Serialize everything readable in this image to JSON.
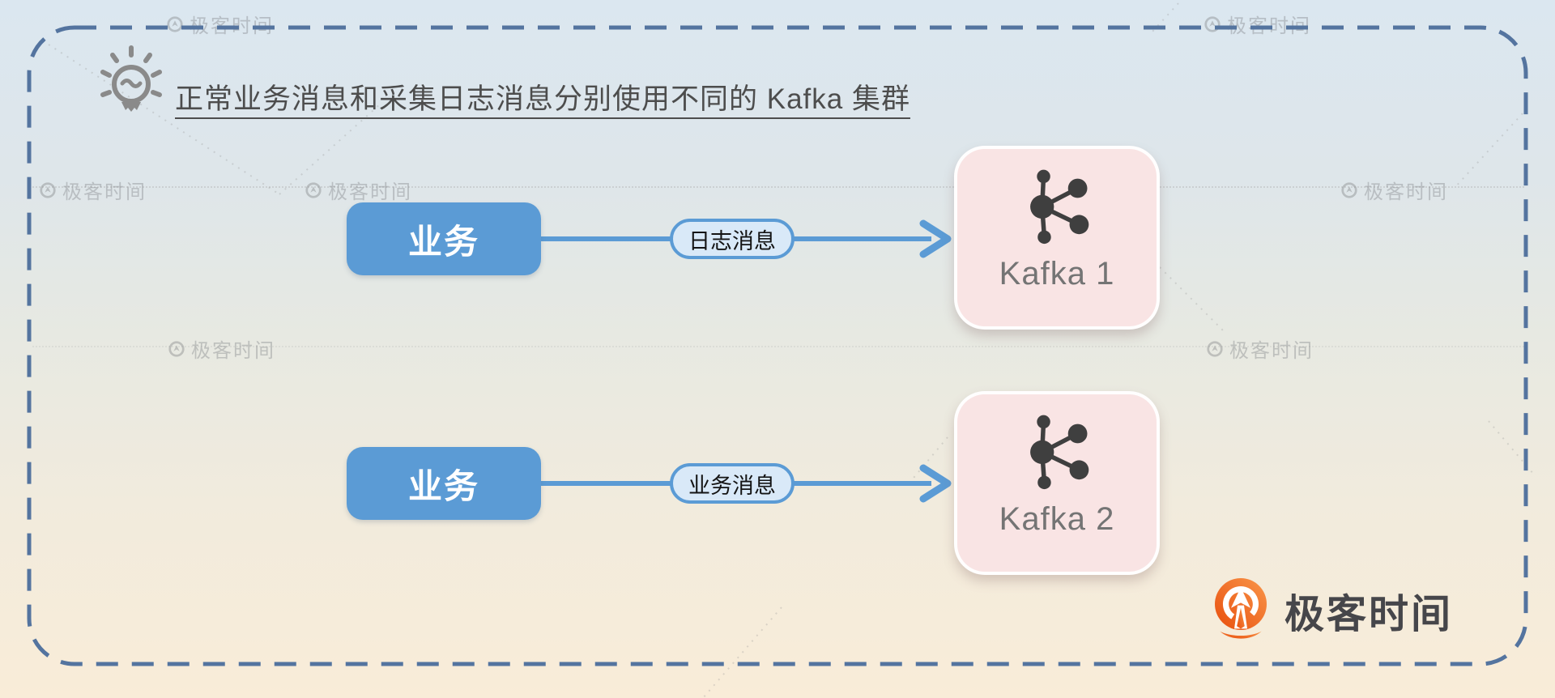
{
  "note": {
    "icon": "lightbulb",
    "text": "正常业务消息和采集日志消息分别使用不同的 Kafka 集群"
  },
  "flows": [
    {
      "source_label": "业务",
      "message_label": "日志消息",
      "target_label": "Kafka 1"
    },
    {
      "source_label": "业务",
      "message_label": "业务消息",
      "target_label": "Kafka 2"
    }
  ],
  "brand": {
    "logo_text": "极客时间"
  },
  "watermark": {
    "text": "极客时间"
  },
  "colors": {
    "accent_blue": "#5b9bd5",
    "pill_fill": "#d9e9f8",
    "kafka_box_fill": "#f9e4e4",
    "frame_dash": "#54749f",
    "brand_orange": "#ed5a12",
    "bg_top": "#dbe7f0",
    "bg_bottom": "#f9ecd8"
  }
}
